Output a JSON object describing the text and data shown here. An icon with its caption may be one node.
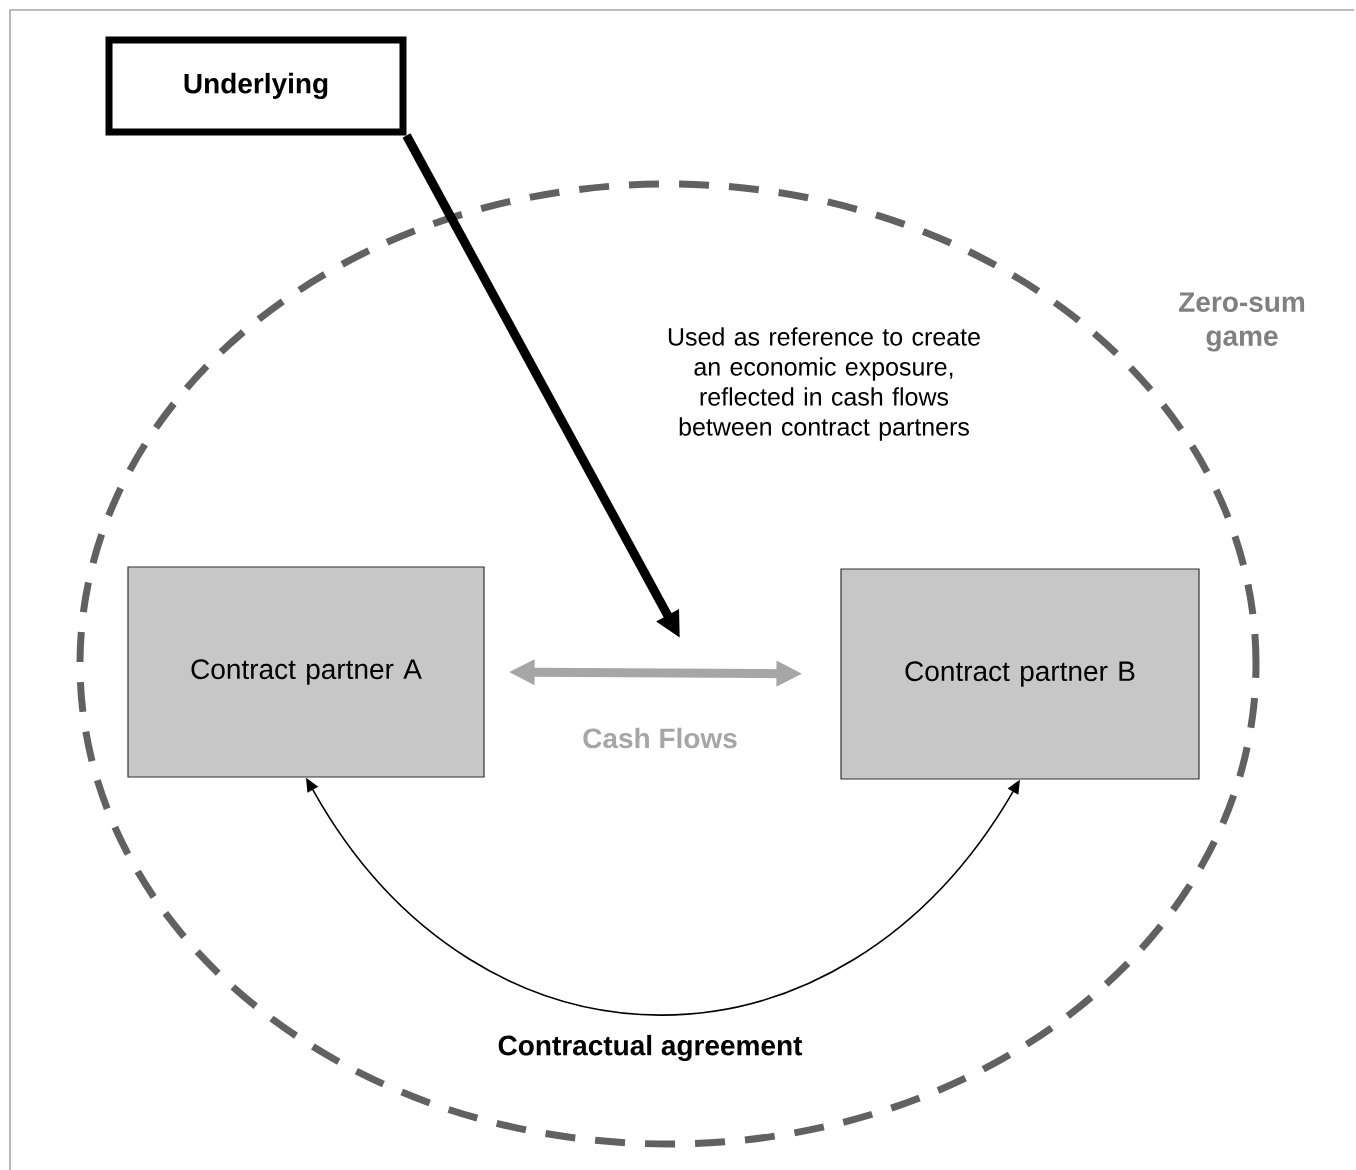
{
  "diagram": {
    "nodes": [
      {
        "text": [
          "Underlying"
        ]
      },
      {
        "text": [
          "Zero-sum game"
        ]
      },
      {
        "text": [
          "Contract partner A"
        ],
        "in": 1
      },
      {
        "text": [
          "Contract partner B"
        ],
        "in": 1
      }
    ],
    "edges": [
      {
        "from": 0,
        "to": null,
        "arrow": "to",
        "label": "Used as reference to create an economic exposure, reflected in cash flows between contract partners"
      },
      {
        "from": 2,
        "to": 3,
        "arrow": "both",
        "color": "#a6a6a6",
        "label": "Cash Flows"
      },
      {
        "from": 2,
        "to": 3,
        "arrow": "both",
        "label": "Contractual agreement"
      }
    ]
  }
}
